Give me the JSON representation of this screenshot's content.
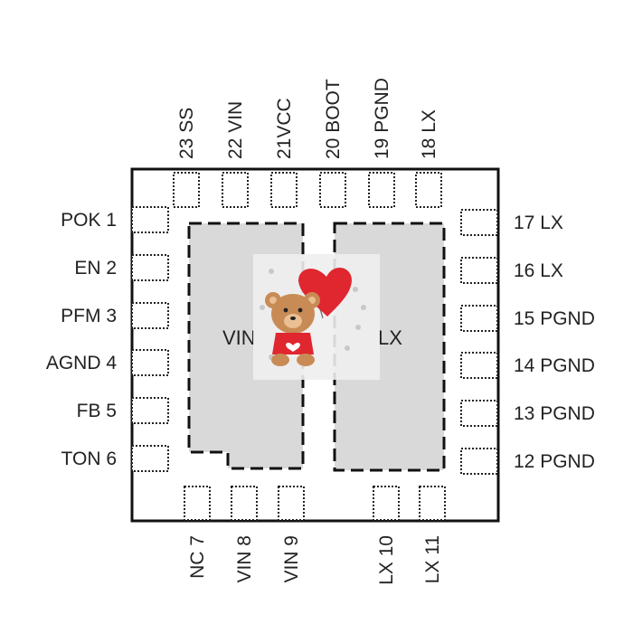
{
  "package": {
    "top_pins": [
      {
        "number": "23",
        "name": "SS",
        "label": "23 SS"
      },
      {
        "number": "22",
        "name": "VIN",
        "label": "22 VIN"
      },
      {
        "number": "21",
        "name": "VCC",
        "label": "21VCC"
      },
      {
        "number": "20",
        "name": "BOOT",
        "label": "20 BOOT"
      },
      {
        "number": "19",
        "name": "PGND",
        "label": "19 PGND"
      },
      {
        "number": "18",
        "name": "LX",
        "label": "18 LX"
      }
    ],
    "left_pins": [
      {
        "number": "1",
        "name": "POK",
        "label": "POK 1"
      },
      {
        "number": "2",
        "name": "EN",
        "label": "EN 2"
      },
      {
        "number": "3",
        "name": "PFM",
        "label": "PFM 3"
      },
      {
        "number": "4",
        "name": "AGND",
        "label": "AGND 4"
      },
      {
        "number": "5",
        "name": "FB",
        "label": "FB 5"
      },
      {
        "number": "6",
        "name": "TON",
        "label": "TON 6"
      }
    ],
    "right_pins": [
      {
        "number": "17",
        "name": "LX",
        "label": "17 LX"
      },
      {
        "number": "16",
        "name": "LX",
        "label": "16 LX"
      },
      {
        "number": "15",
        "name": "PGND",
        "label": "15 PGND"
      },
      {
        "number": "14",
        "name": "PGND",
        "label": "14 PGND"
      },
      {
        "number": "13",
        "name": "PGND",
        "label": "13 PGND"
      },
      {
        "number": "12",
        "name": "PGND",
        "label": "12 PGND"
      }
    ],
    "bottom_pins": [
      {
        "number": "7",
        "name": "NC",
        "label": "NC 7"
      },
      {
        "number": "8",
        "name": "VIN",
        "label": "VIN 8"
      },
      {
        "number": "9",
        "name": "VIN",
        "label": "VIN 9"
      },
      {
        "number": "10",
        "name": "LX",
        "label": "LX 10"
      },
      {
        "number": "11",
        "name": "LX",
        "label": "LX 11"
      }
    ],
    "exposed_pads": [
      {
        "label": "VIN"
      },
      {
        "label": "LX"
      }
    ]
  },
  "overlay": {
    "icon": "teddy-bear-heart-balloon-icon"
  },
  "colors": {
    "outline": "#111111",
    "pad_fill": "#d9d9d9",
    "text": "#222222",
    "background": "#ffffff",
    "heart": "#e0262f"
  }
}
